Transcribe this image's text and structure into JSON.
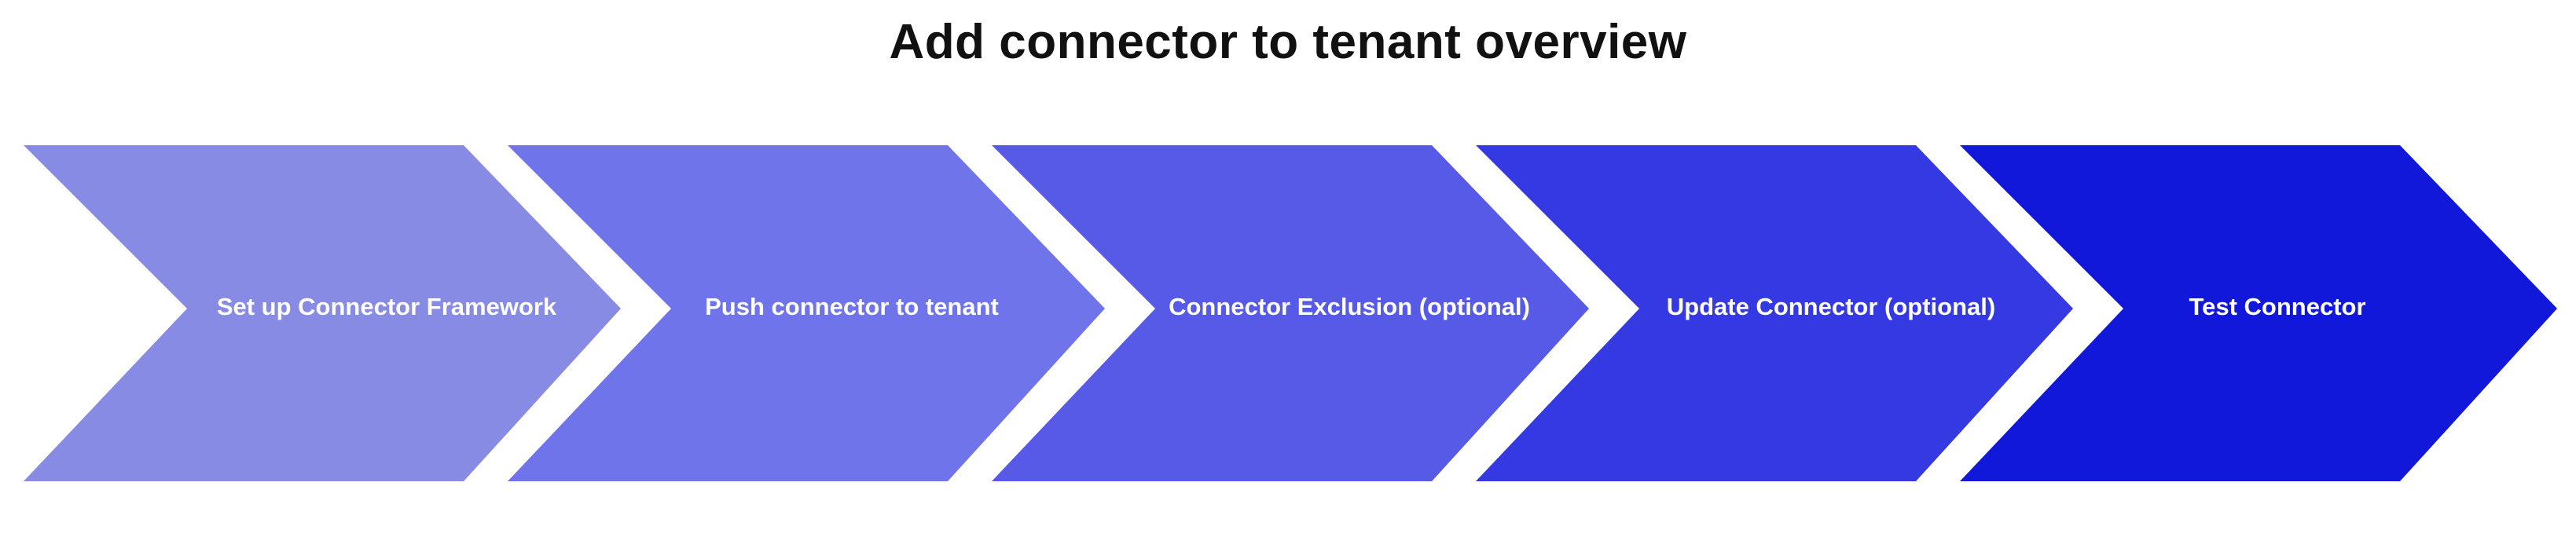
{
  "title": "Add connector to tenant overview",
  "steps": [
    {
      "label": "Set up Connector Framework",
      "color": "#888be3"
    },
    {
      "label": "Push connector to tenant",
      "color": "#7074ea"
    },
    {
      "label": "Connector Exclusion (optional)",
      "color": "#565ae6"
    },
    {
      "label": "Update Connector (optional)",
      "color": "#3539e2"
    },
    {
      "label": "Test Connector",
      "color": "#1118d9"
    }
  ]
}
